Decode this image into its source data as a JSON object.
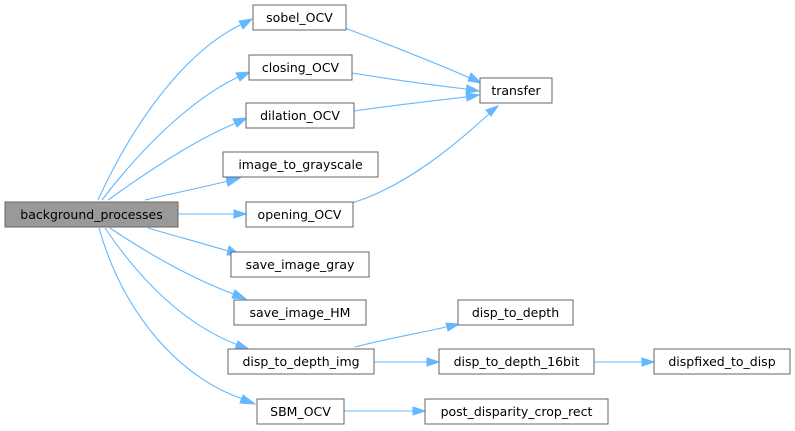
{
  "graph": {
    "nodes": {
      "background_processes": "background_processes",
      "sobel_OCV": "sobel_OCV",
      "closing_OCV": "closing_OCV",
      "dilation_OCV": "dilation_OCV",
      "image_to_grayscale": "image_to_grayscale",
      "opening_OCV": "opening_OCV",
      "save_image_gray": "save_image_gray",
      "save_image_HM": "save_image_HM",
      "disp_to_depth_img": "disp_to_depth_img",
      "SBM_OCV": "SBM_OCV",
      "transfer": "transfer",
      "disp_to_depth": "disp_to_depth",
      "disp_to_depth_16bit": "disp_to_depth_16bit",
      "post_disparity_crop_rect": "post_disparity_crop_rect",
      "dispfixed_to_disp": "dispfixed_to_disp"
    },
    "root": "background_processes",
    "edges": [
      [
        "background_processes",
        "sobel_OCV"
      ],
      [
        "background_processes",
        "closing_OCV"
      ],
      [
        "background_processes",
        "dilation_OCV"
      ],
      [
        "background_processes",
        "image_to_grayscale"
      ],
      [
        "background_processes",
        "opening_OCV"
      ],
      [
        "background_processes",
        "save_image_gray"
      ],
      [
        "background_processes",
        "save_image_HM"
      ],
      [
        "background_processes",
        "disp_to_depth_img"
      ],
      [
        "background_processes",
        "SBM_OCV"
      ],
      [
        "sobel_OCV",
        "transfer"
      ],
      [
        "closing_OCV",
        "transfer"
      ],
      [
        "dilation_OCV",
        "transfer"
      ],
      [
        "opening_OCV",
        "transfer"
      ],
      [
        "disp_to_depth_img",
        "disp_to_depth"
      ],
      [
        "disp_to_depth_img",
        "disp_to_depth_16bit"
      ],
      [
        "disp_to_depth_16bit",
        "dispfixed_to_disp"
      ],
      [
        "SBM_OCV",
        "post_disparity_crop_rect"
      ]
    ],
    "colors": {
      "edge": "#63b8ff",
      "root_fill": "#999999",
      "node_fill": "#ffffff",
      "node_border": "#666666"
    }
  }
}
